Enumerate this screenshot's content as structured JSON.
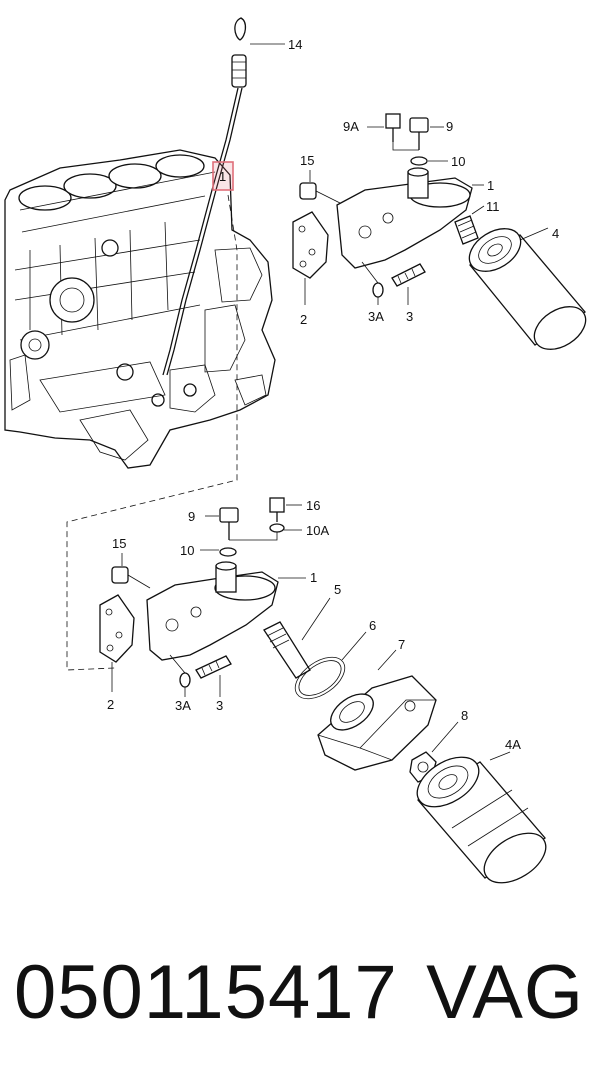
{
  "labels": {
    "top": {
      "l14": "14",
      "l9A": "9A",
      "l9": "9",
      "l10": "10",
      "l15": "15",
      "l1_hl": "1",
      "l1": "1",
      "l11": "11",
      "l4": "4",
      "l2": "2",
      "l3A": "3A",
      "l3": "3"
    },
    "bottom": {
      "l9": "9",
      "l16": "16",
      "l10": "10",
      "l10A": "10A",
      "l15": "15",
      "l1": "1",
      "l5": "5",
      "l6": "6",
      "l7": "7",
      "l8": "8",
      "l4A": "4A",
      "l2": "2",
      "l3A": "3A",
      "l3": "3"
    }
  },
  "highlight_color": "#e0707a",
  "footer": {
    "part_number": "050115417",
    "brand": "VAG"
  }
}
